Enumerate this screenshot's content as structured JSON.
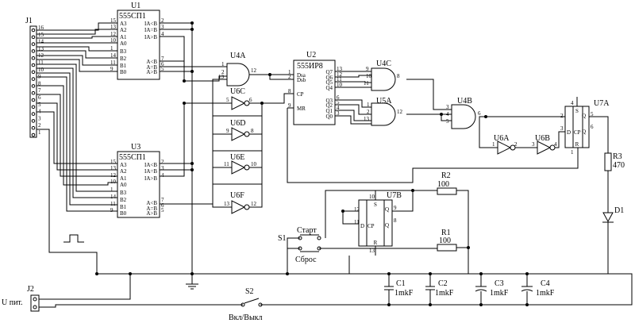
{
  "components": {
    "j1": {
      "ref": "J1",
      "pins": [
        "16",
        "15",
        "14",
        "13",
        "12",
        "11",
        "10",
        "9",
        "8",
        "7",
        "6",
        "5",
        "4",
        "3",
        "2",
        "1"
      ]
    },
    "u1": {
      "ref": "U1",
      "part": "555СП1",
      "inputs": [
        "A3",
        "A2",
        "A1",
        "A0",
        "B3",
        "B2",
        "B1",
        "B0"
      ],
      "outputs": [
        "IA<B",
        "IA=B",
        "IA>B",
        "A<B",
        "A=B",
        "A>B"
      ],
      "in_pins": [
        "15",
        "13",
        "12",
        "10",
        "1",
        "14",
        "11",
        "9"
      ],
      "out_pins": [
        "2",
        "3",
        "4",
        "7",
        "6",
        "5"
      ]
    },
    "u3": {
      "ref": "U3",
      "part": "555СП1",
      "inputs": [
        "A3",
        "A2",
        "A1",
        "A0",
        "B3",
        "B2",
        "B1",
        "B0"
      ],
      "outputs": [
        "IA<B",
        "IA=B",
        "IA>B",
        "A<B",
        "A=B",
        "A>B"
      ],
      "in_pins": [
        "15",
        "13",
        "12",
        "10",
        "1",
        "14",
        "11",
        "9"
      ],
      "out_pins": [
        "2",
        "3",
        "4",
        "7",
        "6",
        "5"
      ]
    },
    "u2": {
      "ref": "U2",
      "part": "555ИР8",
      "inputs": [
        "Dsa",
        "Dsb",
        "CP",
        "MR"
      ],
      "outputs": [
        "Q7",
        "Q6",
        "Q5",
        "Q4",
        "Q3",
        "Q2",
        "Q1",
        "Q0"
      ],
      "in_pins": [
        "1",
        "2",
        "8",
        "9"
      ],
      "out_pins": [
        "13",
        "12",
        "11",
        "10",
        "6",
        "5",
        "4",
        "3"
      ]
    },
    "u4a": {
      "ref": "U4A",
      "pins": [
        "1",
        "2",
        "13",
        "12"
      ]
    },
    "u4b": {
      "ref": "U4B",
      "pins": [
        "3",
        "4",
        "5",
        "6"
      ]
    },
    "u4c": {
      "ref": "U4C",
      "pins": [
        "9",
        "10",
        "11",
        "8"
      ]
    },
    "u5a": {
      "ref": "U5A",
      "pins": [
        "1",
        "2",
        "13",
        "12"
      ]
    },
    "u6a": {
      "ref": "U6A",
      "pins": [
        "1",
        "2"
      ]
    },
    "u6b": {
      "ref": "U6B",
      "pins": [
        "3",
        "4"
      ]
    },
    "u6c": {
      "ref": "U6C",
      "pins": [
        "5",
        "6"
      ]
    },
    "u6d": {
      "ref": "U6D",
      "pins": [
        "9",
        "8"
      ]
    },
    "u6e": {
      "ref": "U6E",
      "pins": [
        "11",
        "10"
      ]
    },
    "u6f": {
      "ref": "U6F",
      "pins": [
        "13",
        "12"
      ]
    },
    "u7a": {
      "ref": "U7A",
      "pins": [
        "D",
        "CP",
        "S",
        "R",
        "Q",
        "Q"
      ],
      "pin_nums": [
        "2",
        "3",
        "4",
        "1",
        "5",
        "6"
      ]
    },
    "u7b": {
      "ref": "U7B",
      "pins": [
        "D",
        "CP",
        "S",
        "R",
        "Q",
        "Q"
      ],
      "pin_nums": [
        "12",
        "11",
        "10",
        "13",
        "9",
        "8"
      ]
    },
    "r1": {
      "ref": "R1",
      "value": "100"
    },
    "r2": {
      "ref": "R2",
      "value": "100"
    },
    "r3": {
      "ref": "R3",
      "value": "470"
    },
    "d1": {
      "ref": "D1"
    },
    "c1": {
      "ref": "C1",
      "value": "1mkF"
    },
    "c2": {
      "ref": "C2",
      "value": "1mkF"
    },
    "c3": {
      "ref": "C3",
      "value": "1mkF"
    },
    "c4": {
      "ref": "C4",
      "value": "1mkF"
    },
    "s1": {
      "ref": "S1",
      "start": "Старт",
      "reset": "Сброс"
    },
    "s2": {
      "ref": "S2",
      "label": "Вкл/Выкл"
    },
    "j2": {
      "ref": "J2",
      "label": "U пит."
    }
  }
}
